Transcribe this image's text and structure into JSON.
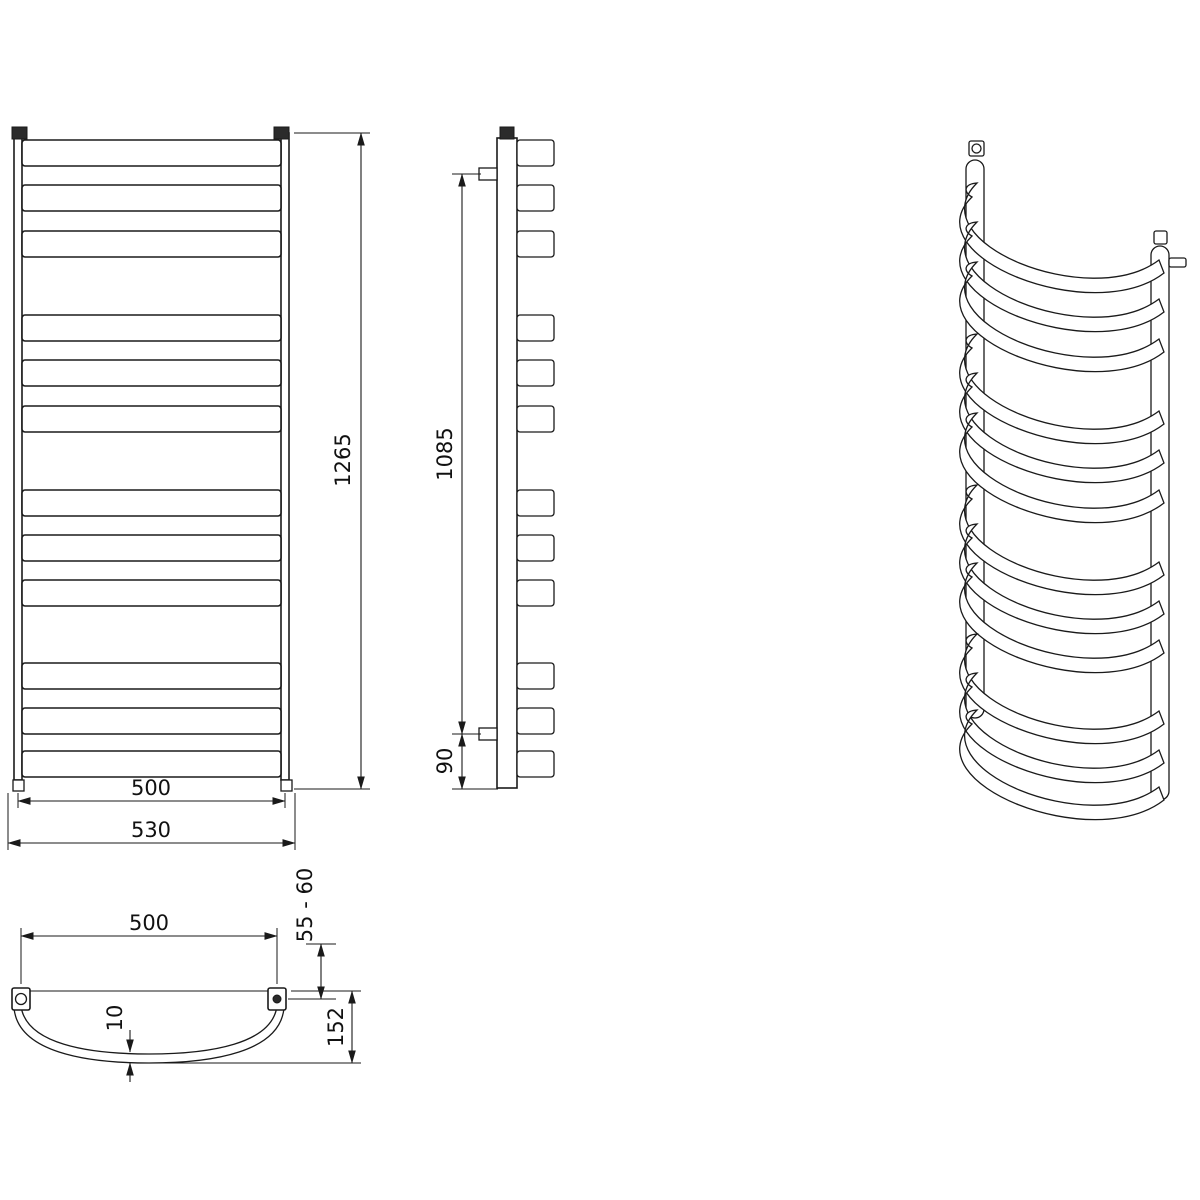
{
  "drawing": {
    "front_view": {
      "height_label": "1265",
      "rail_spacing_label": "500",
      "overall_width_label": "530"
    },
    "side_view": {
      "mounting_span_label": "1085",
      "bottom_offset_label": "90"
    },
    "top_view": {
      "width_label": "500",
      "wall_distance_label": "55 - 60",
      "depth_label": "152",
      "bar_thickness_label": "10"
    },
    "colors": {
      "line": "#1a1a1a",
      "background": "#ffffff"
    }
  }
}
